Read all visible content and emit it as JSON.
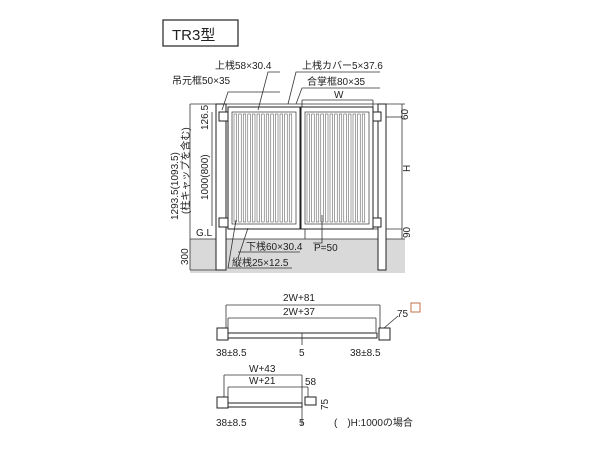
{
  "title": "TR3型",
  "elevation": {
    "labels": {
      "top_rail": "上桟58×30.4",
      "hinge_frame": "吊元框50×35",
      "top_rail_cover": "上桟カバー5×37.6",
      "meeting_frame": "合掌框80×35",
      "width": "W",
      "dim_60": "60",
      "height": "H",
      "dim_90": "90",
      "dim_126_5": "126.5",
      "dim_1000": "1000(800)",
      "dim_total": "1293.5(1093.5)",
      "dim_total_note": "(柱キャップを含む)",
      "ground_line": "G.L",
      "dim_300": "300",
      "bottom_rail": "下桟60×30.4",
      "vertical_bar": "縦桟25×12.5",
      "pitch": "P=50"
    }
  },
  "plan_double": {
    "overall": "2W+81",
    "inner": "2W+37",
    "post_size": "75",
    "left_gap": "38±8.5",
    "center_gap": "5",
    "right_gap": "38±8.5"
  },
  "plan_single": {
    "overall": "W+43",
    "inner": "W+21",
    "dim_58": "58",
    "dim_75": "75",
    "left_gap": "38±8.5",
    "center_gap": "5",
    "note": "(　)H:1000の場合"
  }
}
